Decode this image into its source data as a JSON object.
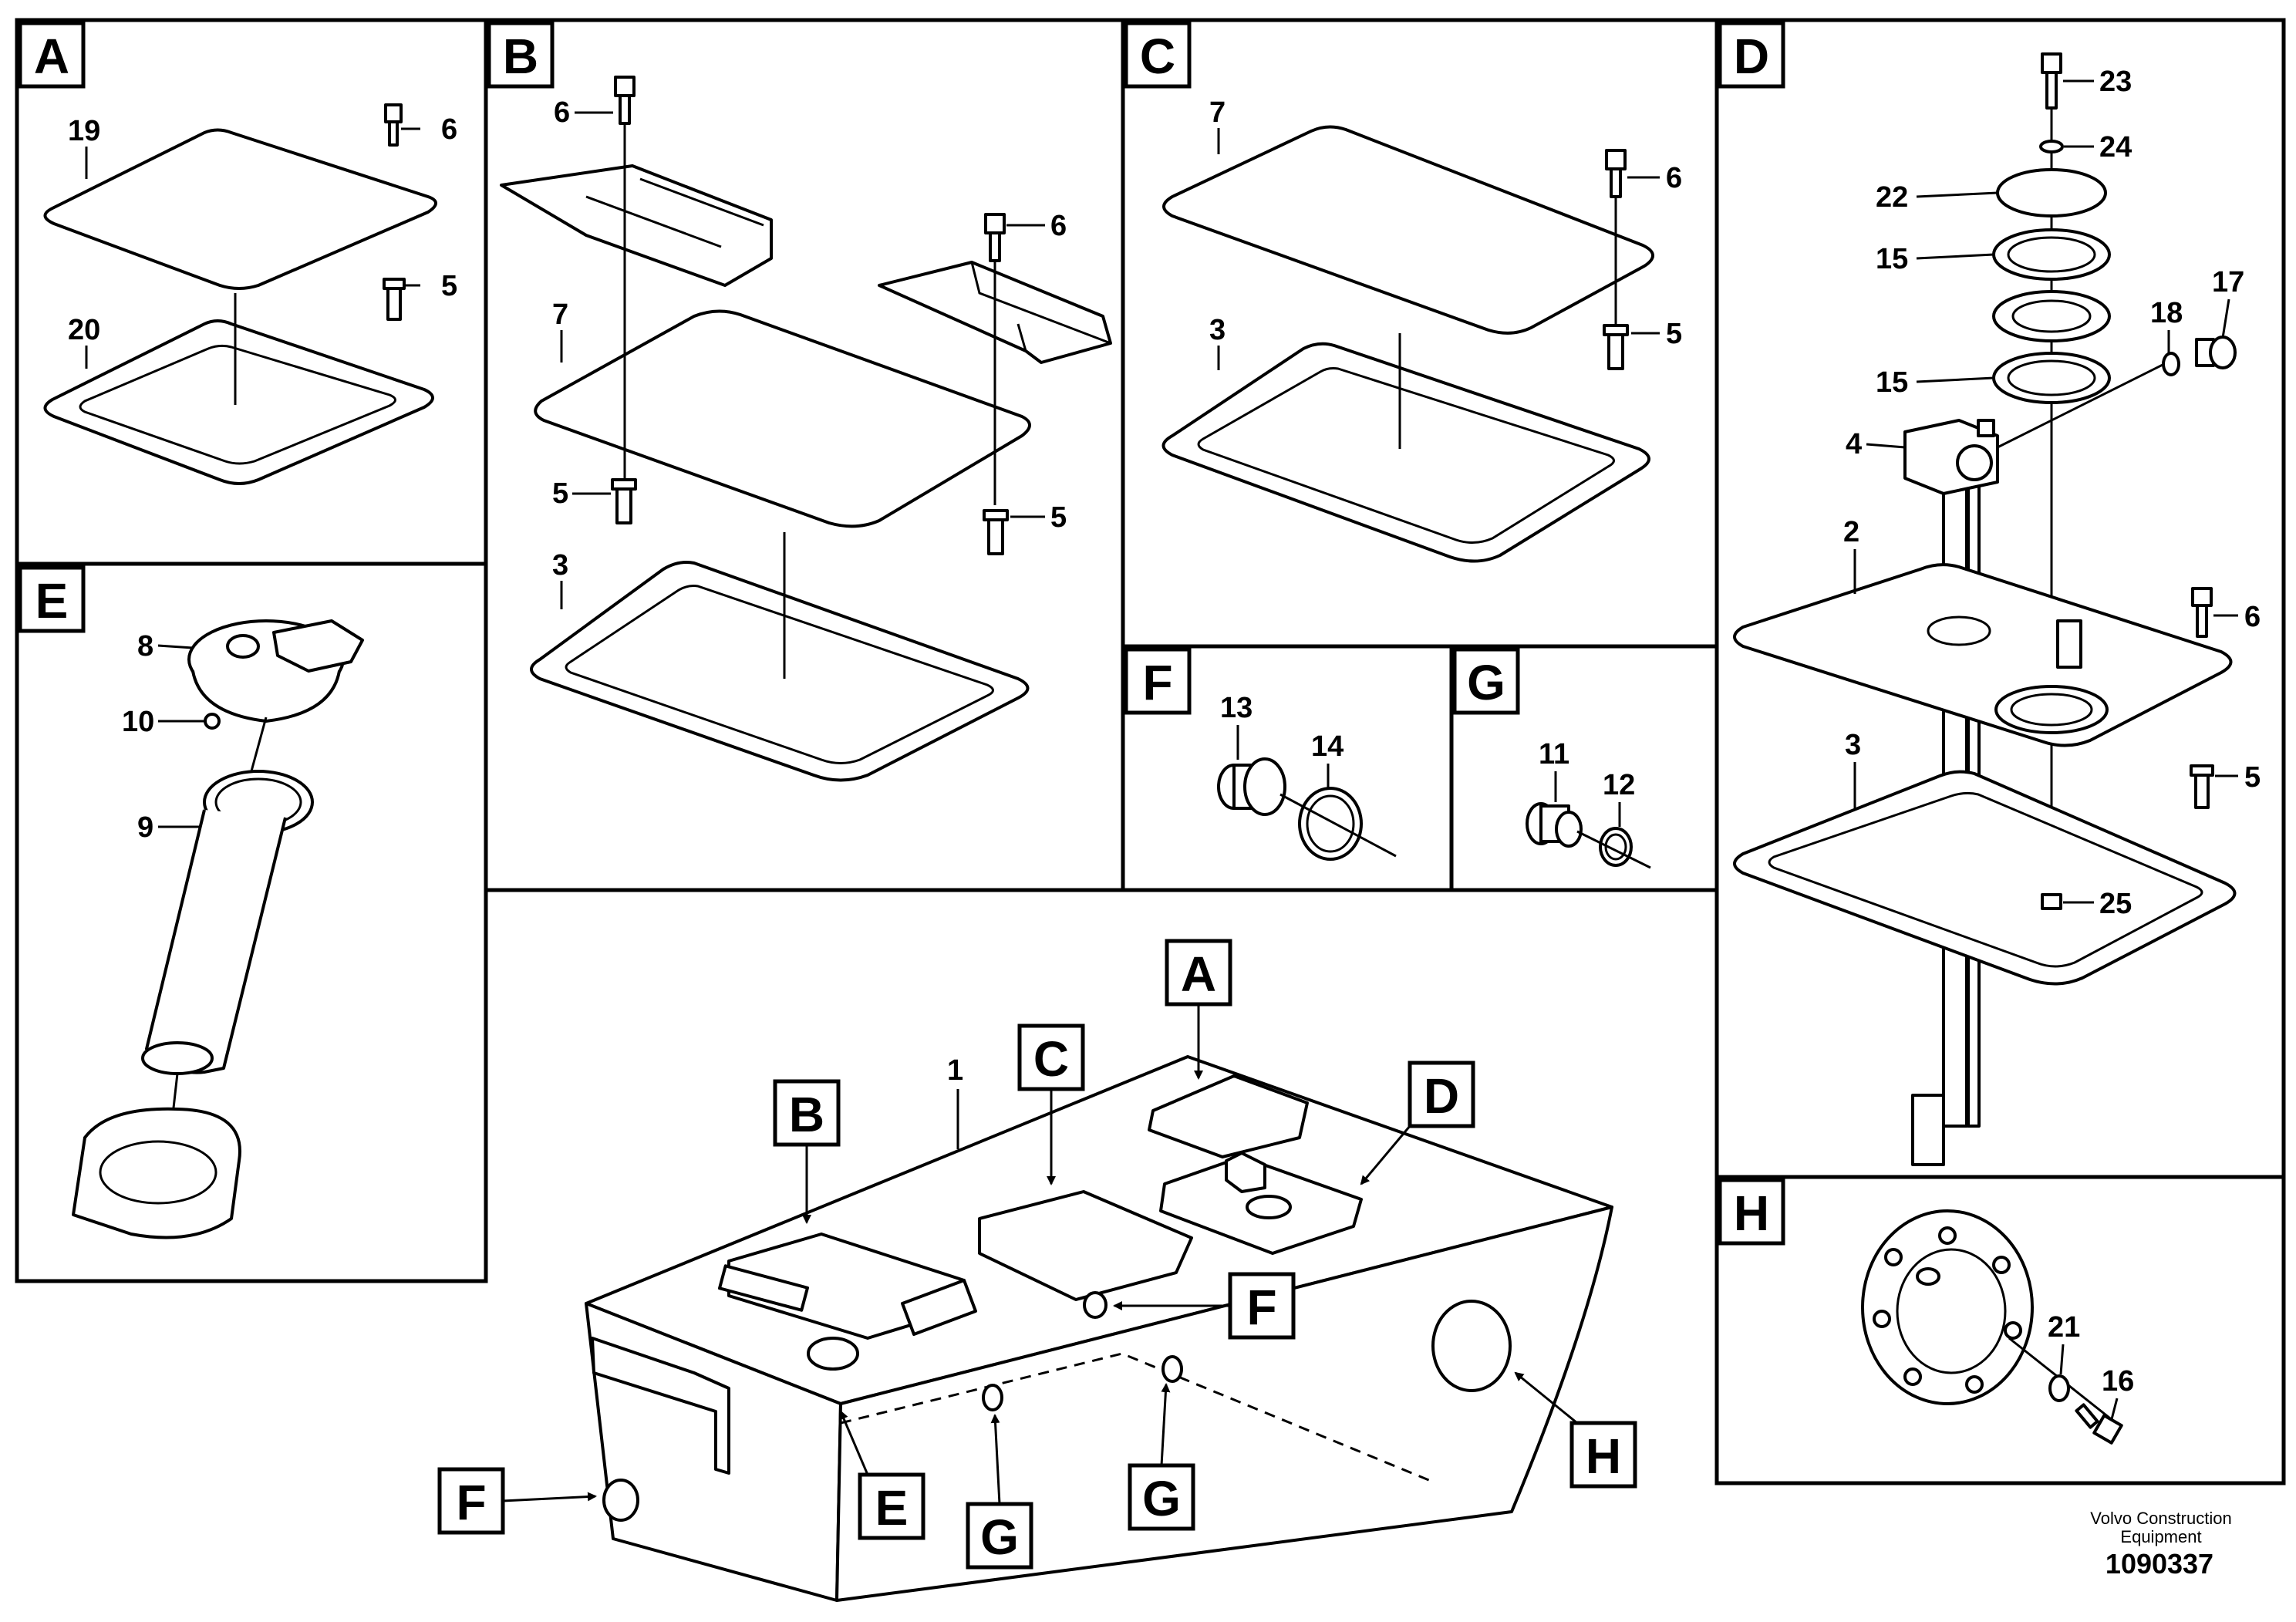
{
  "sections": {
    "A": {
      "label": "A",
      "parts": {
        "cover": "19",
        "gasket": "20",
        "screw": "6",
        "bolt": "5"
      }
    },
    "B": {
      "label": "B",
      "parts": {
        "screw_top": "6",
        "screw_right": "6",
        "cover": "7",
        "bolt_left": "5",
        "bolt_right": "5",
        "gasket": "3"
      }
    },
    "C": {
      "label": "C",
      "parts": {
        "cover": "7",
        "screw": "6",
        "gasket": "3",
        "bolt": "5"
      }
    },
    "D": {
      "label": "D",
      "parts": {
        "screw_top": "23",
        "washer_top": "24",
        "disc": "22",
        "ring_upper": "15",
        "ring_lower": "15",
        "sender": "4",
        "seal": "18",
        "plug": "17",
        "plate": "2",
        "screw": "6",
        "bolt": "5",
        "gasket": "3",
        "nut": "25"
      }
    },
    "E": {
      "label": "E",
      "parts": {
        "cap": "8",
        "screw": "10",
        "strainer": "9"
      }
    },
    "F": {
      "label": "F",
      "parts": {
        "plug": "13",
        "oring": "14"
      }
    },
    "G": {
      "label": "G",
      "parts": {
        "plug": "11",
        "oring": "12"
      }
    },
    "H": {
      "label": "H",
      "parts": {
        "washer": "21",
        "screw": "16"
      }
    }
  },
  "tank": {
    "part": "1",
    "flags": {
      "A": "A",
      "B": "B",
      "C": "C",
      "D": "D",
      "E": "E",
      "F_top": "F",
      "F_left": "F",
      "G_left": "G",
      "G_right": "G",
      "H": "H"
    }
  },
  "footer": {
    "credit_line1": "Volvo Construction",
    "credit_line2": "Equipment",
    "doc_number": "1090337"
  }
}
